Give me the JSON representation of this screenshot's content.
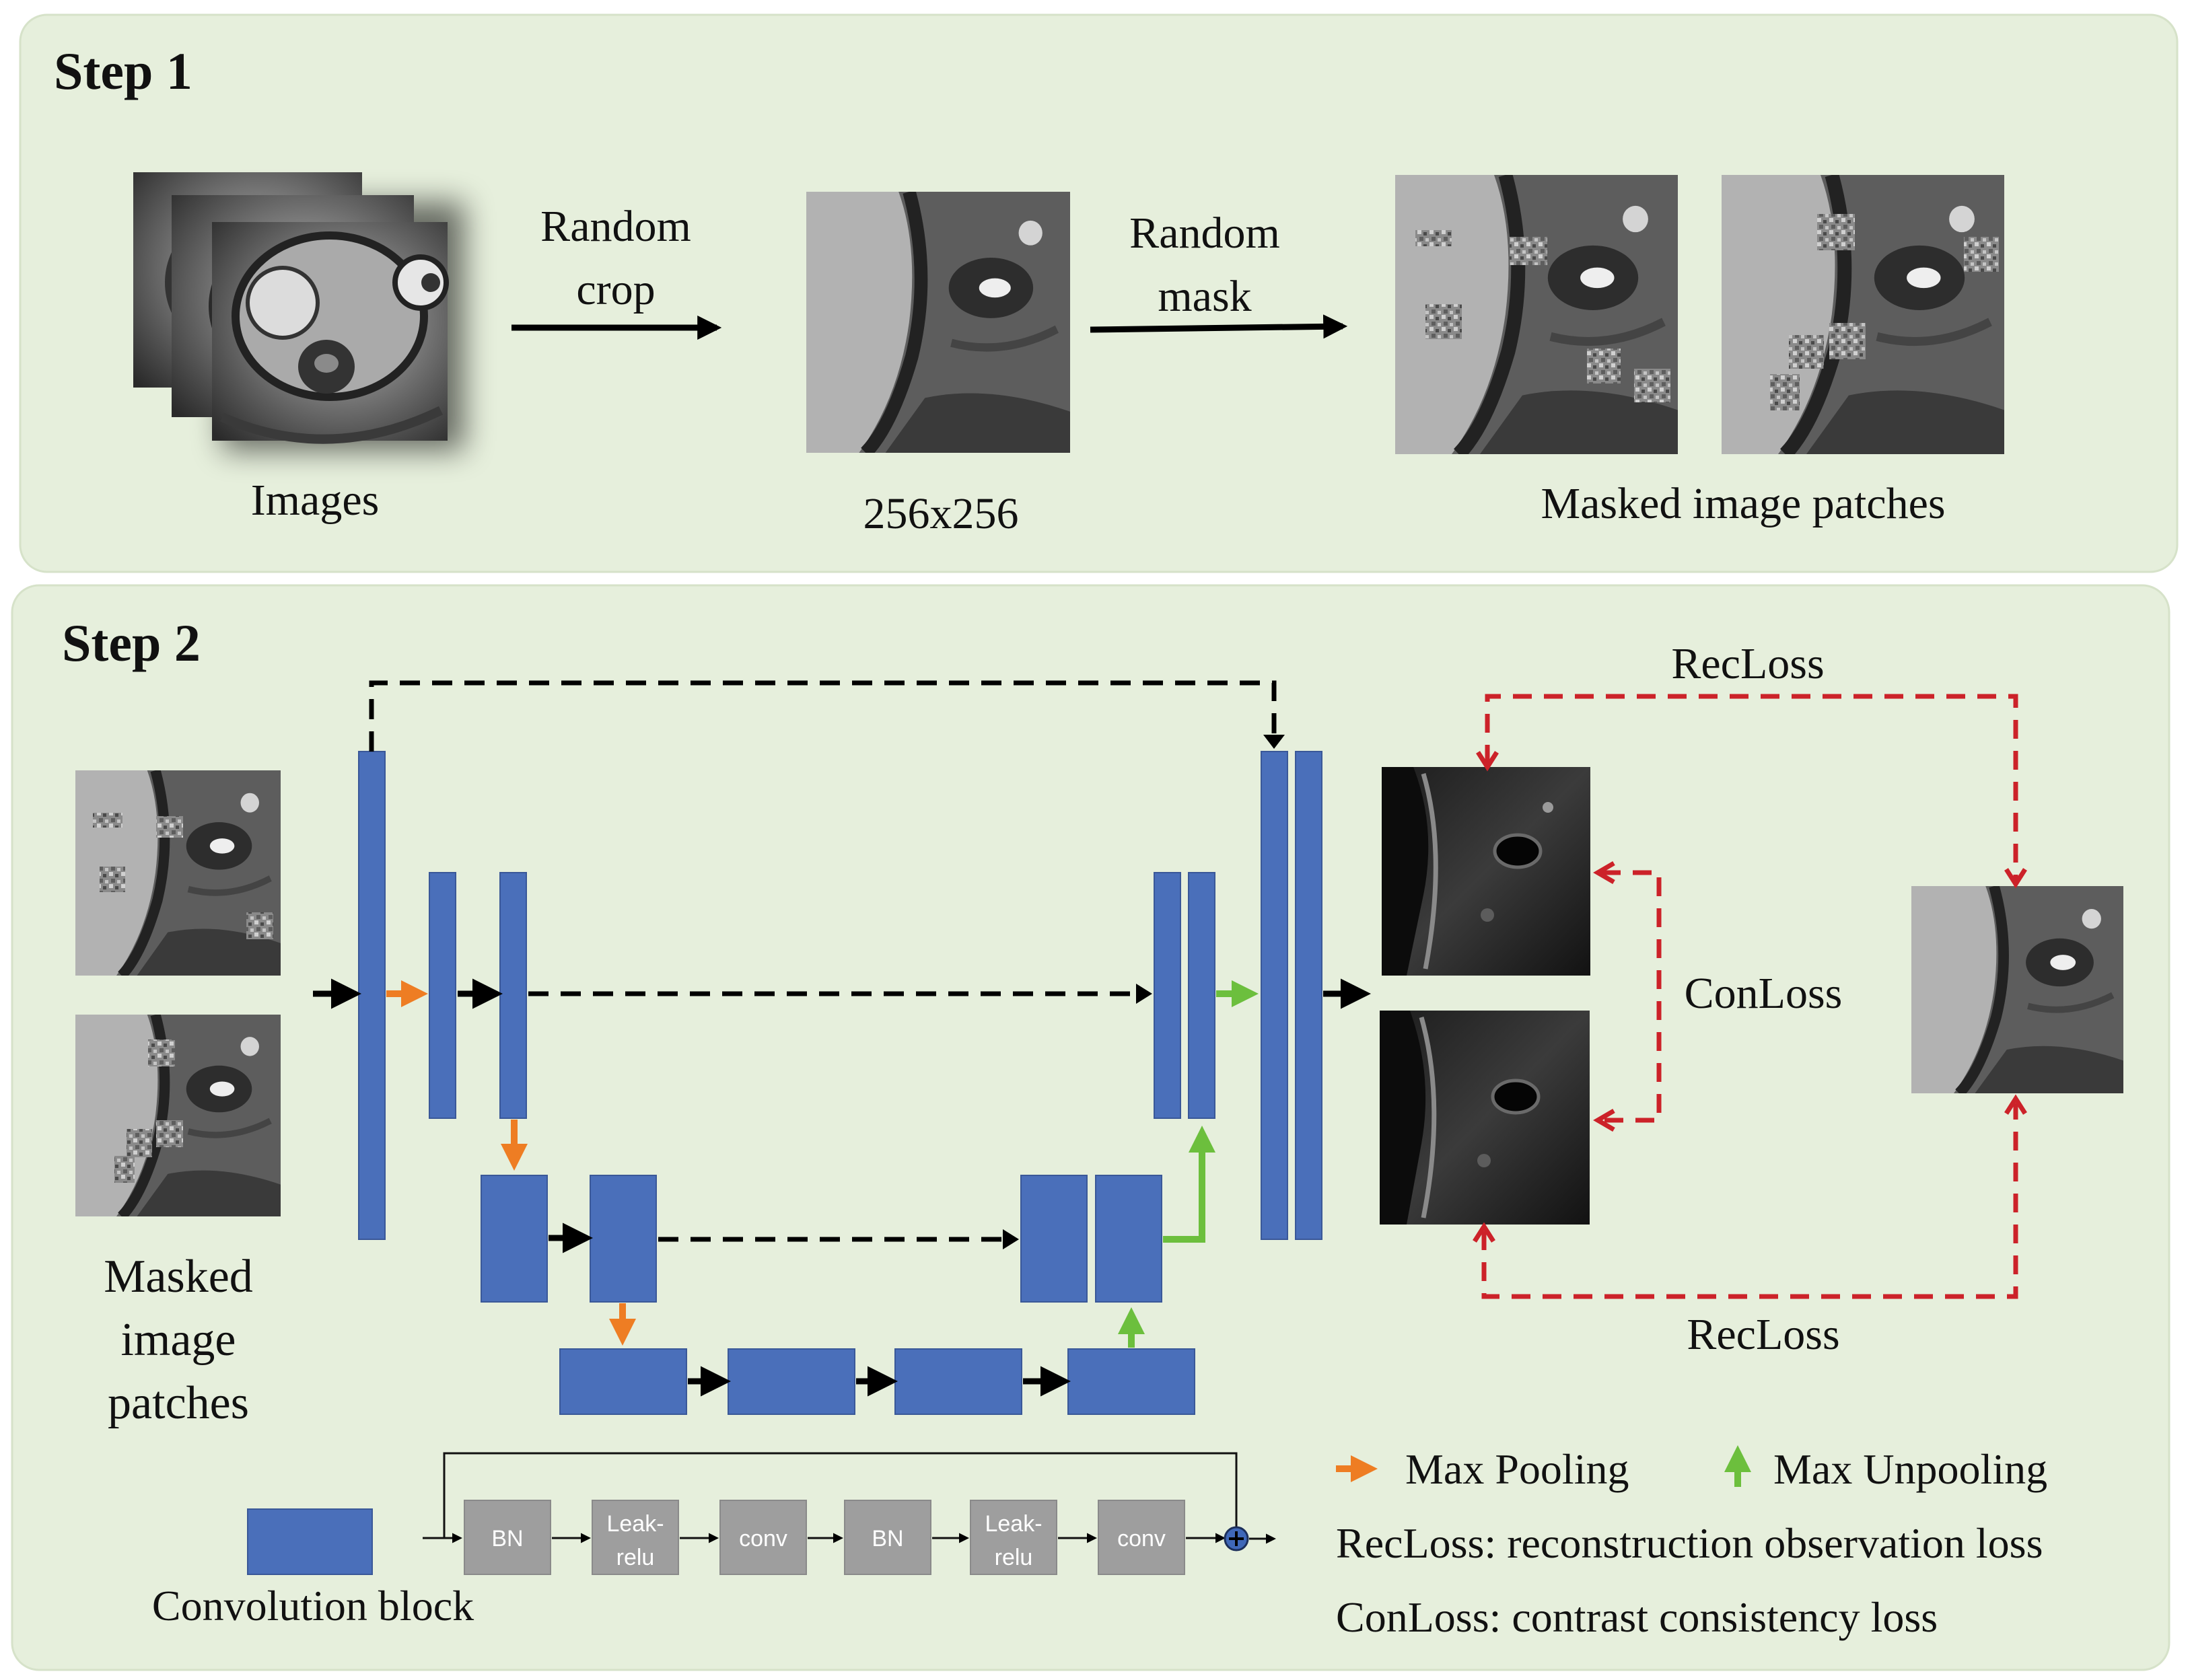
{
  "step1": {
    "title": "Step 1",
    "labels": {
      "images": "Images",
      "random_crop_1": "Random",
      "random_crop_2": "crop",
      "random_mask_1": "Random",
      "random_mask_2": "mask",
      "size": "256x256",
      "masked_patches": "Masked image patches"
    }
  },
  "step2": {
    "title": "Step 2",
    "input_label": [
      "Masked",
      "image",
      "patches"
    ],
    "recloss_top": "RecLoss",
    "recloss_bottom": "RecLoss",
    "conloss": "ConLoss"
  },
  "conv_block": {
    "label": "Convolution block",
    "layers": [
      "BN",
      "Leak-|relu",
      "conv",
      "BN",
      "Leak-|relu",
      "conv"
    ]
  },
  "legend": {
    "max_pooling": "Max Pooling",
    "max_unpooling": "Max Unpooling",
    "recloss_def": "RecLoss: reconstruction observation loss",
    "conloss_def": "ConLoss: contrast consistency loss"
  },
  "colors": {
    "panel": "#e6efdc",
    "block": "#4a6fba",
    "pooling_arrow": "#ee7d23",
    "unpooling_arrow": "#6cbf3d",
    "loss_arrow": "#cc2229"
  },
  "icons": {
    "add": "circle-plus-icon",
    "mri": "mri-slice-image"
  }
}
